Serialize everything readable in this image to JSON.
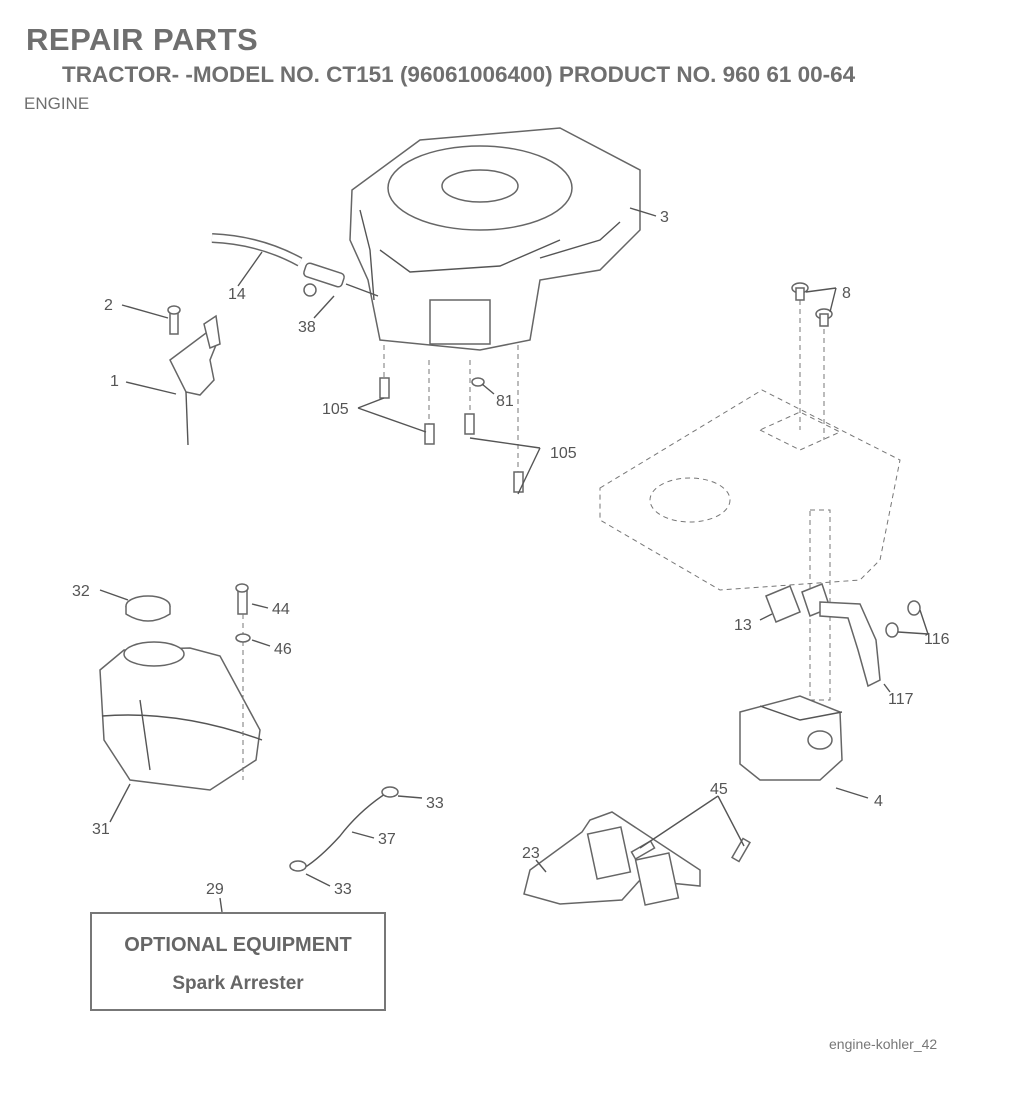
{
  "header": {
    "title": "REPAIR PARTS",
    "subtitle": "TRACTOR- -MODEL NO. CT151 (96061006400) PRODUCT NO. 960 61 00-64",
    "section": "ENGINE"
  },
  "callouts": [
    {
      "id": "c-3",
      "text": "3"
    },
    {
      "id": "c-14",
      "text": "14"
    },
    {
      "id": "c-2",
      "text": "2"
    },
    {
      "id": "c-38",
      "text": "38"
    },
    {
      "id": "c-1",
      "text": "1"
    },
    {
      "id": "c-105a",
      "text": "105"
    },
    {
      "id": "c-81",
      "text": "81"
    },
    {
      "id": "c-105b",
      "text": "105"
    },
    {
      "id": "c-8",
      "text": "8"
    },
    {
      "id": "c-32",
      "text": "32"
    },
    {
      "id": "c-44",
      "text": "44"
    },
    {
      "id": "c-46",
      "text": "46"
    },
    {
      "id": "c-13",
      "text": "13"
    },
    {
      "id": "c-116",
      "text": "116"
    },
    {
      "id": "c-117",
      "text": "117"
    },
    {
      "id": "c-31",
      "text": "31"
    },
    {
      "id": "c-33a",
      "text": "33"
    },
    {
      "id": "c-37",
      "text": "37"
    },
    {
      "id": "c-45",
      "text": "45"
    },
    {
      "id": "c-4",
      "text": "4"
    },
    {
      "id": "c-23",
      "text": "23"
    },
    {
      "id": "c-33b",
      "text": "33"
    },
    {
      "id": "c-29",
      "text": "29"
    }
  ],
  "optional_box": {
    "title": "OPTIONAL EQUIPMENT",
    "item": "Spark Arrester"
  },
  "footer": {
    "code": "engine-kohler_42"
  }
}
